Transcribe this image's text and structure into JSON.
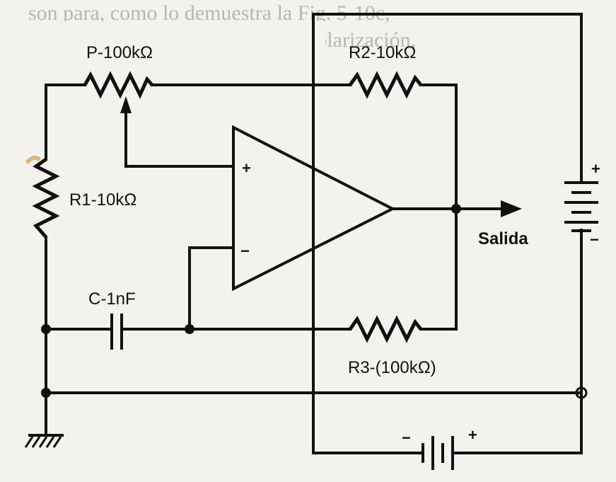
{
  "background_text": {
    "line1": "son para, como lo demuestra la Fig. 5-10c,",
    "line2": "de la Fig. del tope del valor de polarización,"
  },
  "labels": {
    "potentiometer": "P-100kΩ",
    "r2": "R2-10kΩ",
    "r1": "R1-10kΩ",
    "capacitor": "C-1nF",
    "r3": "R3-(100kΩ)",
    "output": "Salida",
    "opamp_plus": "+",
    "opamp_minus": "−",
    "battery_right_plus": "+",
    "battery_right_minus": "−",
    "battery_bottom_plus": "+",
    "battery_bottom_minus": "−"
  }
}
